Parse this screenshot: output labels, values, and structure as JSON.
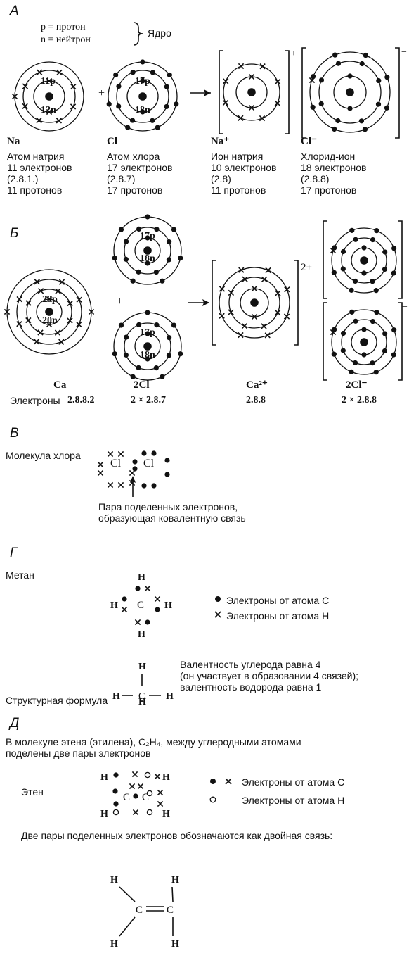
{
  "sections": {
    "A": {
      "label": "А",
      "legend": {
        "p": "p = протон",
        "n": "n = нейтрон",
        "nucleus": "Ядро"
      },
      "atoms": [
        {
          "symbol": "Na",
          "p": "11p",
          "n": "12n",
          "lines": [
            "Атом натрия",
            "11 электронов",
            "(2.8.1.)",
            "11 протонов"
          ]
        },
        {
          "symbol": "Cl",
          "p": "17p",
          "n": "18n",
          "lines": [
            "Атом хлора",
            "17 электронов",
            "(2.8.7)",
            "17 протонов"
          ]
        },
        {
          "symbol": "Na⁺",
          "lines": [
            "Ион натрия",
            "10 электронов",
            "(2.8)",
            "11 протонов"
          ]
        },
        {
          "symbol": "Cl⁻",
          "lines": [
            "Хлорид-ион",
            "18 электронов",
            "(2.8.8)",
            "17 протонов"
          ]
        }
      ],
      "plus": "+",
      "ion_plus": "+",
      "ion_minus": "−"
    },
    "B": {
      "label": "Б",
      "ca_p": "20p",
      "ca_n": "20n",
      "cl_p": "17p",
      "cl_n": "18n",
      "charge_ca": "2+",
      "charge_cl": "−",
      "labels": [
        "Ca",
        "2Cl",
        "Ca²⁺",
        "2Cl⁻"
      ],
      "electrons_label": "Электроны",
      "configs": [
        "2.8.8.2",
        "2 × 2.8.7",
        "2.8.8",
        "2 × 2.8.8"
      ]
    },
    "C": {
      "label": "В",
      "molecule": "Молекула хлора",
      "cl": "Cl",
      "note": [
        "Пара поделенных электронов,",
        "образующая ковалентную связь"
      ]
    },
    "D": {
      "label": "Г",
      "methane": "Метан",
      "c": "C",
      "h": "H",
      "legend_c": "Электроны от атома C",
      "legend_h": "Электроны от атома  H",
      "structural": "Структурная формула",
      "valency": [
        "Валентность углерода равна 4",
        "(он участвует в образовании 4 связей);",
        "валентность водорода равна 1"
      ]
    },
    "E": {
      "label": "Д",
      "intro": [
        "В молекуле этена (этилена), C₂H₄,  между углеродными атомами",
        "поделены две пары электронов"
      ],
      "ethene": "Этен",
      "legend_c": "Электроны от атома C",
      "legend_h": "Электроны от атома  H",
      "double_bond_note": "Две пары поделенных электронов обозначаются как двойная связь:"
    }
  }
}
